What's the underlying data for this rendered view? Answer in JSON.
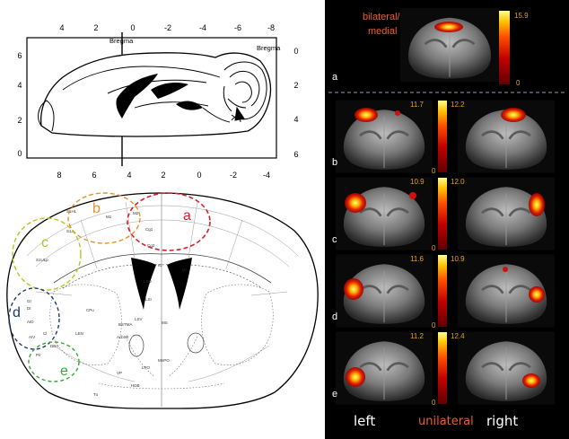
{
  "figure": {
    "sagittal": {
      "top_ticks": [
        "4",
        "2",
        "0",
        "-2",
        "-4",
        "-6",
        "-8"
      ],
      "bottom_ticks": [
        "8",
        "6",
        "4",
        "2",
        "0",
        "-2",
        "-4"
      ],
      "left_ticks": [
        "6",
        "4",
        "2",
        "0"
      ],
      "right_ticks": [
        "0",
        "2",
        "4",
        "6"
      ],
      "bregma_top": "Bregma",
      "bregma_right": "Bregma"
    },
    "coronal": {
      "regions": [
        {
          "letter": "a",
          "color": "#d8202a"
        },
        {
          "letter": "b",
          "color": "#e8902a"
        },
        {
          "letter": "c",
          "color": "#b8c428"
        },
        {
          "letter": "d",
          "color": "#1f3a66"
        },
        {
          "letter": "e",
          "color": "#3aa838"
        }
      ],
      "atlas_labels": [
        "S1HL",
        "M1",
        "M2",
        "Cg1",
        "Cg2",
        "S1ULp",
        "S1J",
        "GI",
        "DI",
        "AID",
        "AIV",
        "Cl",
        "DEn",
        "Pir",
        "CPu",
        "LSD",
        "LSI",
        "LV",
        "BSTMA",
        "LSV",
        "MS",
        "AcbSh",
        "VP",
        "HDB",
        "Tu",
        "LPO",
        "MnPO",
        "LEN",
        "IG"
      ]
    },
    "panels": [
      {
        "label": "a",
        "caption": "bilateral/\nmedial",
        "scales": [
          {
            "max": "15.9",
            "min": "0"
          }
        ]
      },
      {
        "label": "b",
        "scales": [
          {
            "max": "11.7",
            "min": "0"
          },
          {
            "max": "12.2",
            "min": "0"
          }
        ]
      },
      {
        "label": "c",
        "scales": [
          {
            "max": "10.9",
            "min": "0"
          },
          {
            "max": "12.0",
            "min": "0"
          }
        ]
      },
      {
        "label": "d",
        "scales": [
          {
            "max": "11.6",
            "min": "0"
          },
          {
            "max": "10.9",
            "min": "0"
          }
        ]
      },
      {
        "label": "e",
        "scales": [
          {
            "max": "11.2",
            "min": "0"
          },
          {
            "max": "12.4",
            "min": "0"
          }
        ]
      }
    ],
    "bottom_labels": {
      "left": "left",
      "center": "unilateral",
      "right": "right"
    },
    "colors": {
      "accent_orange": "#e8602a",
      "scale_text": "#e8a020"
    }
  }
}
